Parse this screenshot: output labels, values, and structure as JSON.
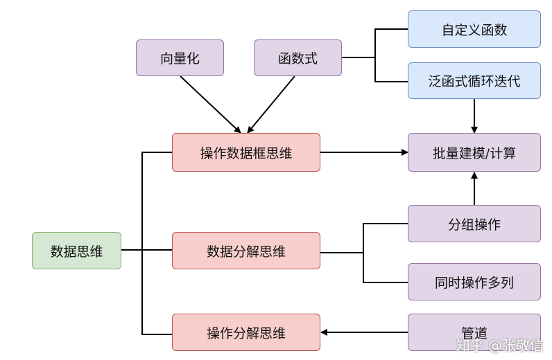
{
  "nodes": {
    "vectorize": "向量化",
    "functional": "函数式",
    "custom_function": "自定义函数",
    "generic_loop": "泛函式循环迭代",
    "dataframe_thinking": "操作数据框思维",
    "batch_modeling": "批量建模/计算",
    "data_thinking": "数据思维",
    "decompose_data": "数据分解思维",
    "group_op": "分组操作",
    "multi_column": "同时操作多列",
    "decompose_op": "操作分解思维",
    "pipeline": "管道"
  },
  "watermark": "知乎 @张敬信"
}
